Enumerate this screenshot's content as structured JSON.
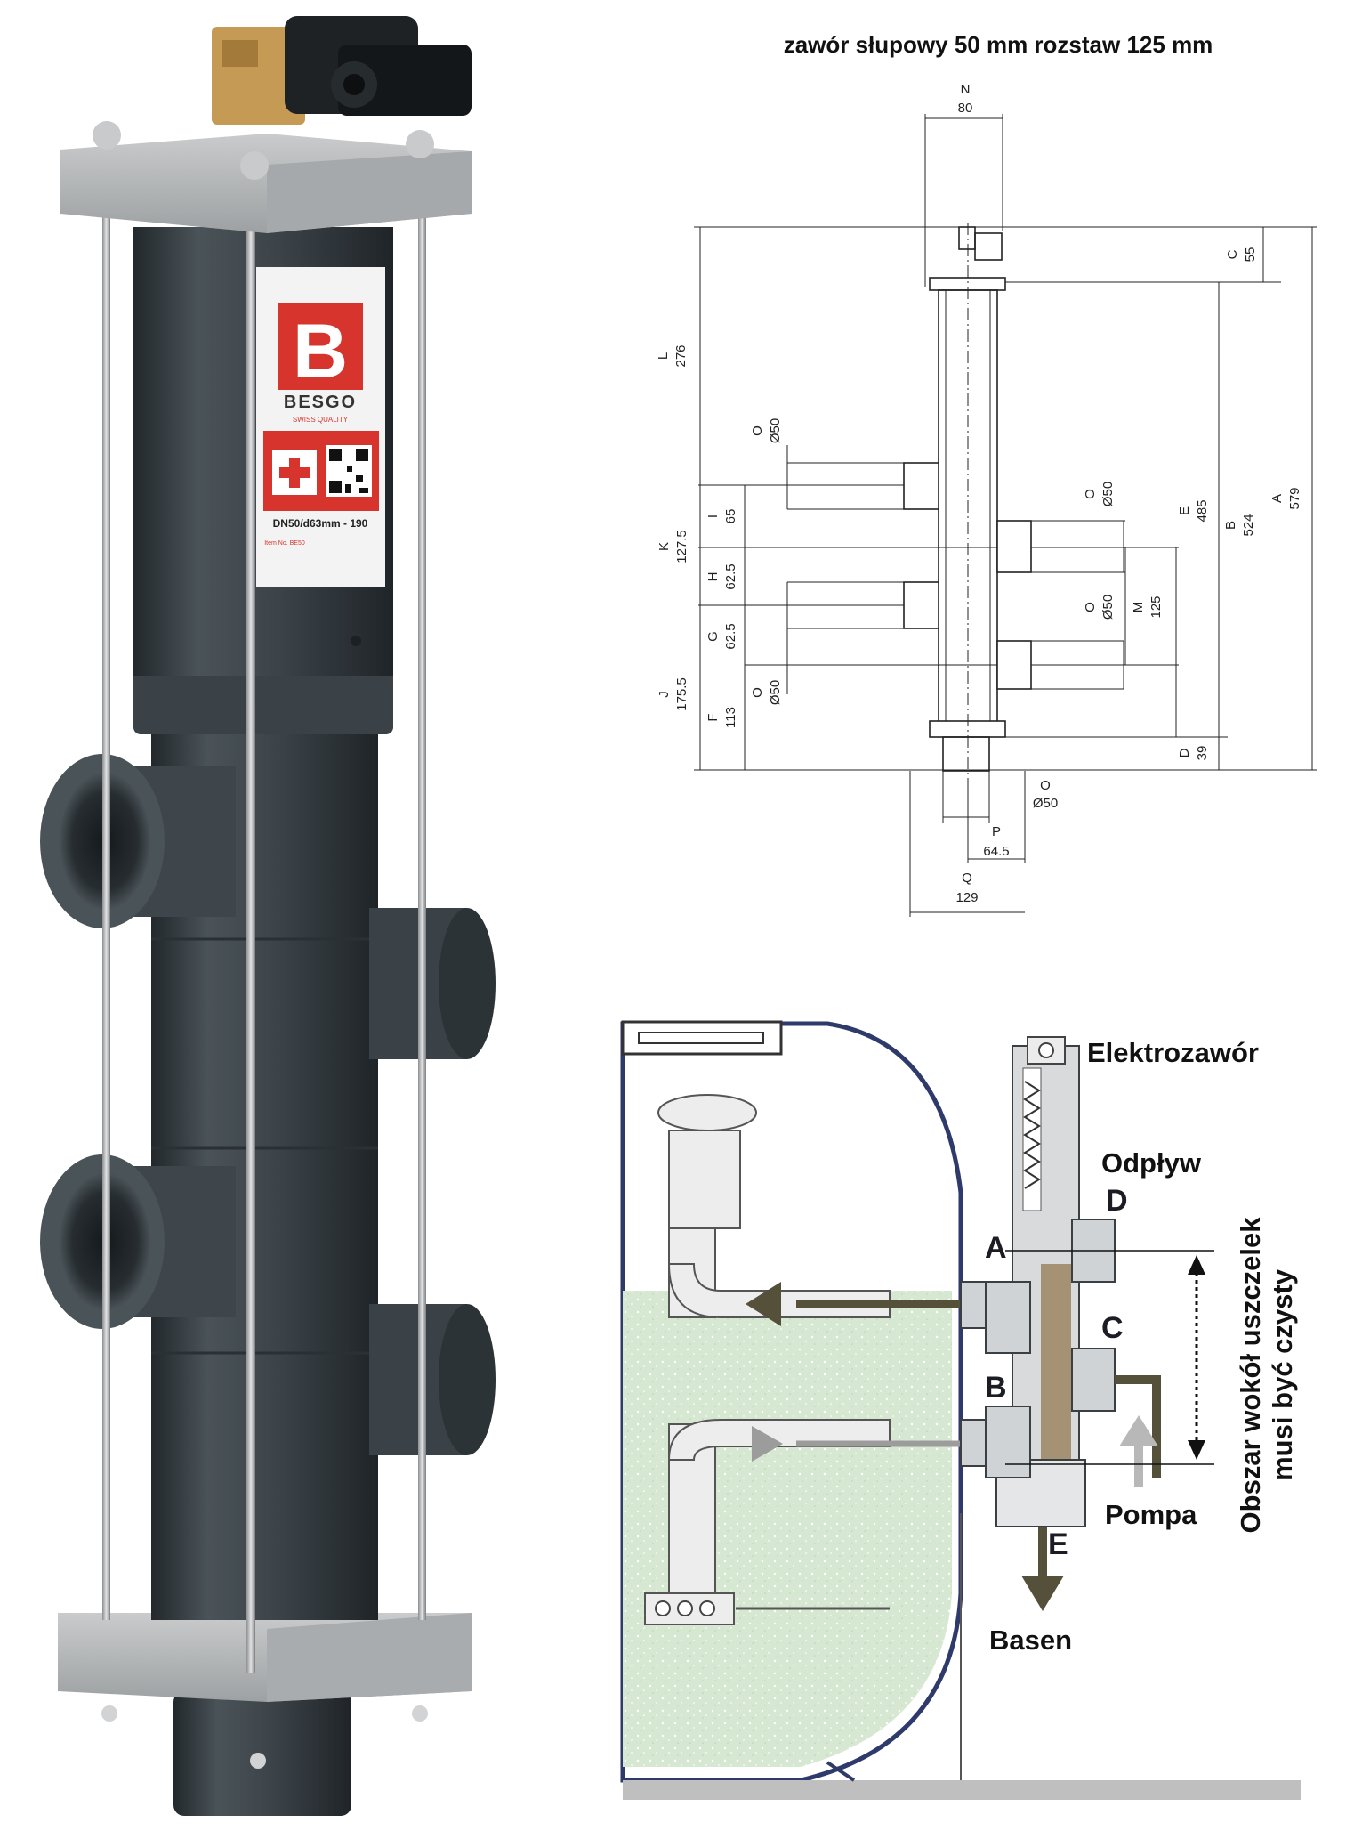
{
  "product": {
    "brand": "BESGO",
    "brand_letter": "B",
    "tagline": "SWISS QUALITY",
    "model": "DN50/d63mm - 190",
    "item": "Item No. BE50",
    "icon": "swiss-cross-icon"
  },
  "drawing": {
    "title": "zawór słupowy 50 mm rozstaw 125 mm",
    "dims": {
      "N": {
        "letter": "N",
        "value": "80"
      },
      "C": {
        "letter": "C",
        "value": "55"
      },
      "L": {
        "letter": "L",
        "value": "276"
      },
      "O_top": {
        "letter": "O",
        "value": "Ø50"
      },
      "O_right_top": {
        "letter": "O",
        "value": "Ø50"
      },
      "I": {
        "letter": "I",
        "value": "65"
      },
      "K": {
        "letter": "K",
        "value": "127.5"
      },
      "H": {
        "letter": "H",
        "value": "62.5"
      },
      "O_right_mid": {
        "letter": "O",
        "value": "Ø50"
      },
      "M": {
        "letter": "M",
        "value": "125"
      },
      "G": {
        "letter": "G",
        "value": "62.5"
      },
      "J": {
        "letter": "J",
        "value": "175.5"
      },
      "O_low": {
        "letter": "O",
        "value": "Ø50"
      },
      "F": {
        "letter": "F",
        "value": "113"
      },
      "E": {
        "letter": "E",
        "value": "485"
      },
      "B": {
        "letter": "B",
        "value": "524"
      },
      "A": {
        "letter": "A",
        "value": "579"
      },
      "D": {
        "letter": "D",
        "value": "39"
      },
      "O_bottom": {
        "letter": "O",
        "value": "Ø50"
      },
      "P": {
        "letter": "P",
        "value": "64.5"
      },
      "Q": {
        "letter": "Q",
        "value": "129"
      }
    }
  },
  "schematic": {
    "elektrozawor": "Elektrozawór",
    "odplyw": "Odpływ",
    "pompa": "Pompa",
    "basen": "Basen",
    "obszar_line1": "Obszar wokół uszczelek",
    "obszar_line2": "musi być czysty",
    "letters": {
      "A": "A",
      "B": "B",
      "C": "C",
      "D": "D",
      "E": "E"
    }
  },
  "colors": {
    "pvc_dark": "#3b4247",
    "pvc_light": "#b5b8ba",
    "brass": "#c49a55",
    "label_red": "#d6342c",
    "sand": "#d7e8d2",
    "arrow_brown": "#55503a"
  }
}
